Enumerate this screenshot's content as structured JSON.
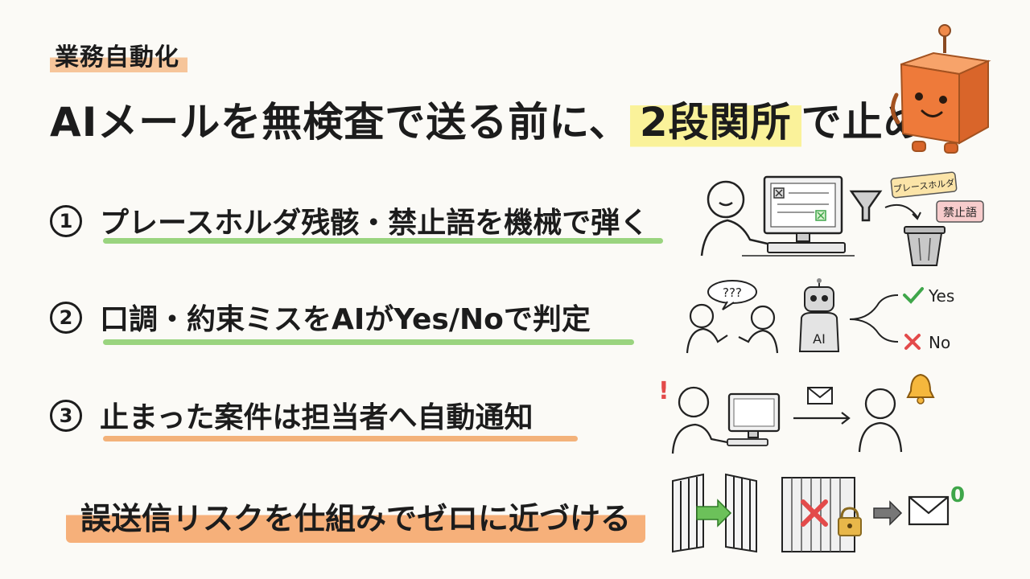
{
  "tag": "業務自動化",
  "headline": {
    "part1": "AIメールを無検査で送る前に、",
    "highlight": "2段関所",
    "part2": "で止める"
  },
  "steps": [
    {
      "num": "1",
      "text": "プレースホルダ残骸・禁止語を機械で弾く"
    },
    {
      "num": "2",
      "text": "口調・約束ミスをAIがYes/Noで判定"
    },
    {
      "num": "3",
      "text": "止まった案件は担当者へ自動通知"
    }
  ],
  "bottom": "誤送信リスクを仕組みでゼロに近づける",
  "illustrations": {
    "step1_tags": [
      "プレースホルダ",
      "禁止語"
    ],
    "step2_bubble": "???",
    "step2_robot_label": "AI",
    "step2_yes": "Yes",
    "step2_no": "No",
    "step3_alert": "!",
    "bottom_badge": "0"
  },
  "colors": {
    "green_line": "#9ad47f",
    "orange_line": "#f3b27a",
    "yellow_highlight": "#faf29a",
    "robot_orange": "#ee7a3a",
    "check_green": "#3fa64a",
    "cross_red": "#e34a4a"
  }
}
